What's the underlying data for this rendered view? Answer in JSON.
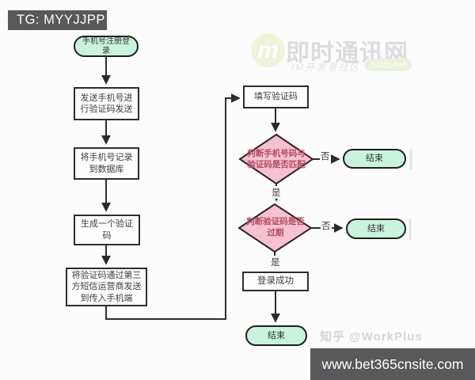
{
  "badges": {
    "tg": "TG: MYYJJPP",
    "site": "www.bet365cnsite.com"
  },
  "watermarks": {
    "logo_letter": "m",
    "brand_title": "即时通讯网",
    "brand_subtitle": "IM开发者社区",
    "brand_badge": "52im.net",
    "zhihu": "知乎 @WorkPlus"
  },
  "flowchart": {
    "nodes": [
      {
        "id": "start",
        "type": "terminator",
        "label": "手机号注册登录"
      },
      {
        "id": "send-phone",
        "type": "process",
        "label": "发送手机号进行验证码发送"
      },
      {
        "id": "record-db",
        "type": "process",
        "label": "将手机号记录到数据库"
      },
      {
        "id": "generate-code",
        "type": "process",
        "label": "生成一个验证码"
      },
      {
        "id": "send-sms",
        "type": "process",
        "label": "将验证码通过第三方短信运营商发送到传入手机端"
      },
      {
        "id": "fill-code",
        "type": "process",
        "label": "填写验证码"
      },
      {
        "id": "check-match",
        "type": "decision",
        "label": "判断手机号码与验证码是否匹配"
      },
      {
        "id": "end-1",
        "type": "terminator",
        "label": "结束"
      },
      {
        "id": "check-expired",
        "type": "decision",
        "label": "判断验证码是否过期"
      },
      {
        "id": "end-2",
        "type": "terminator",
        "label": "结束"
      },
      {
        "id": "login-success",
        "type": "process",
        "label": "登录成功"
      },
      {
        "id": "end-3",
        "type": "terminator",
        "label": "结束"
      }
    ],
    "edge_labels": {
      "yes": "是",
      "no": "否"
    }
  },
  "colors": {
    "terminator_fill": "#c9f3dc",
    "decision_fill": "#f6c1d0",
    "decision_text": "#b24a62",
    "line": "#2e2e2e",
    "badge_bg": "#58585a"
  }
}
